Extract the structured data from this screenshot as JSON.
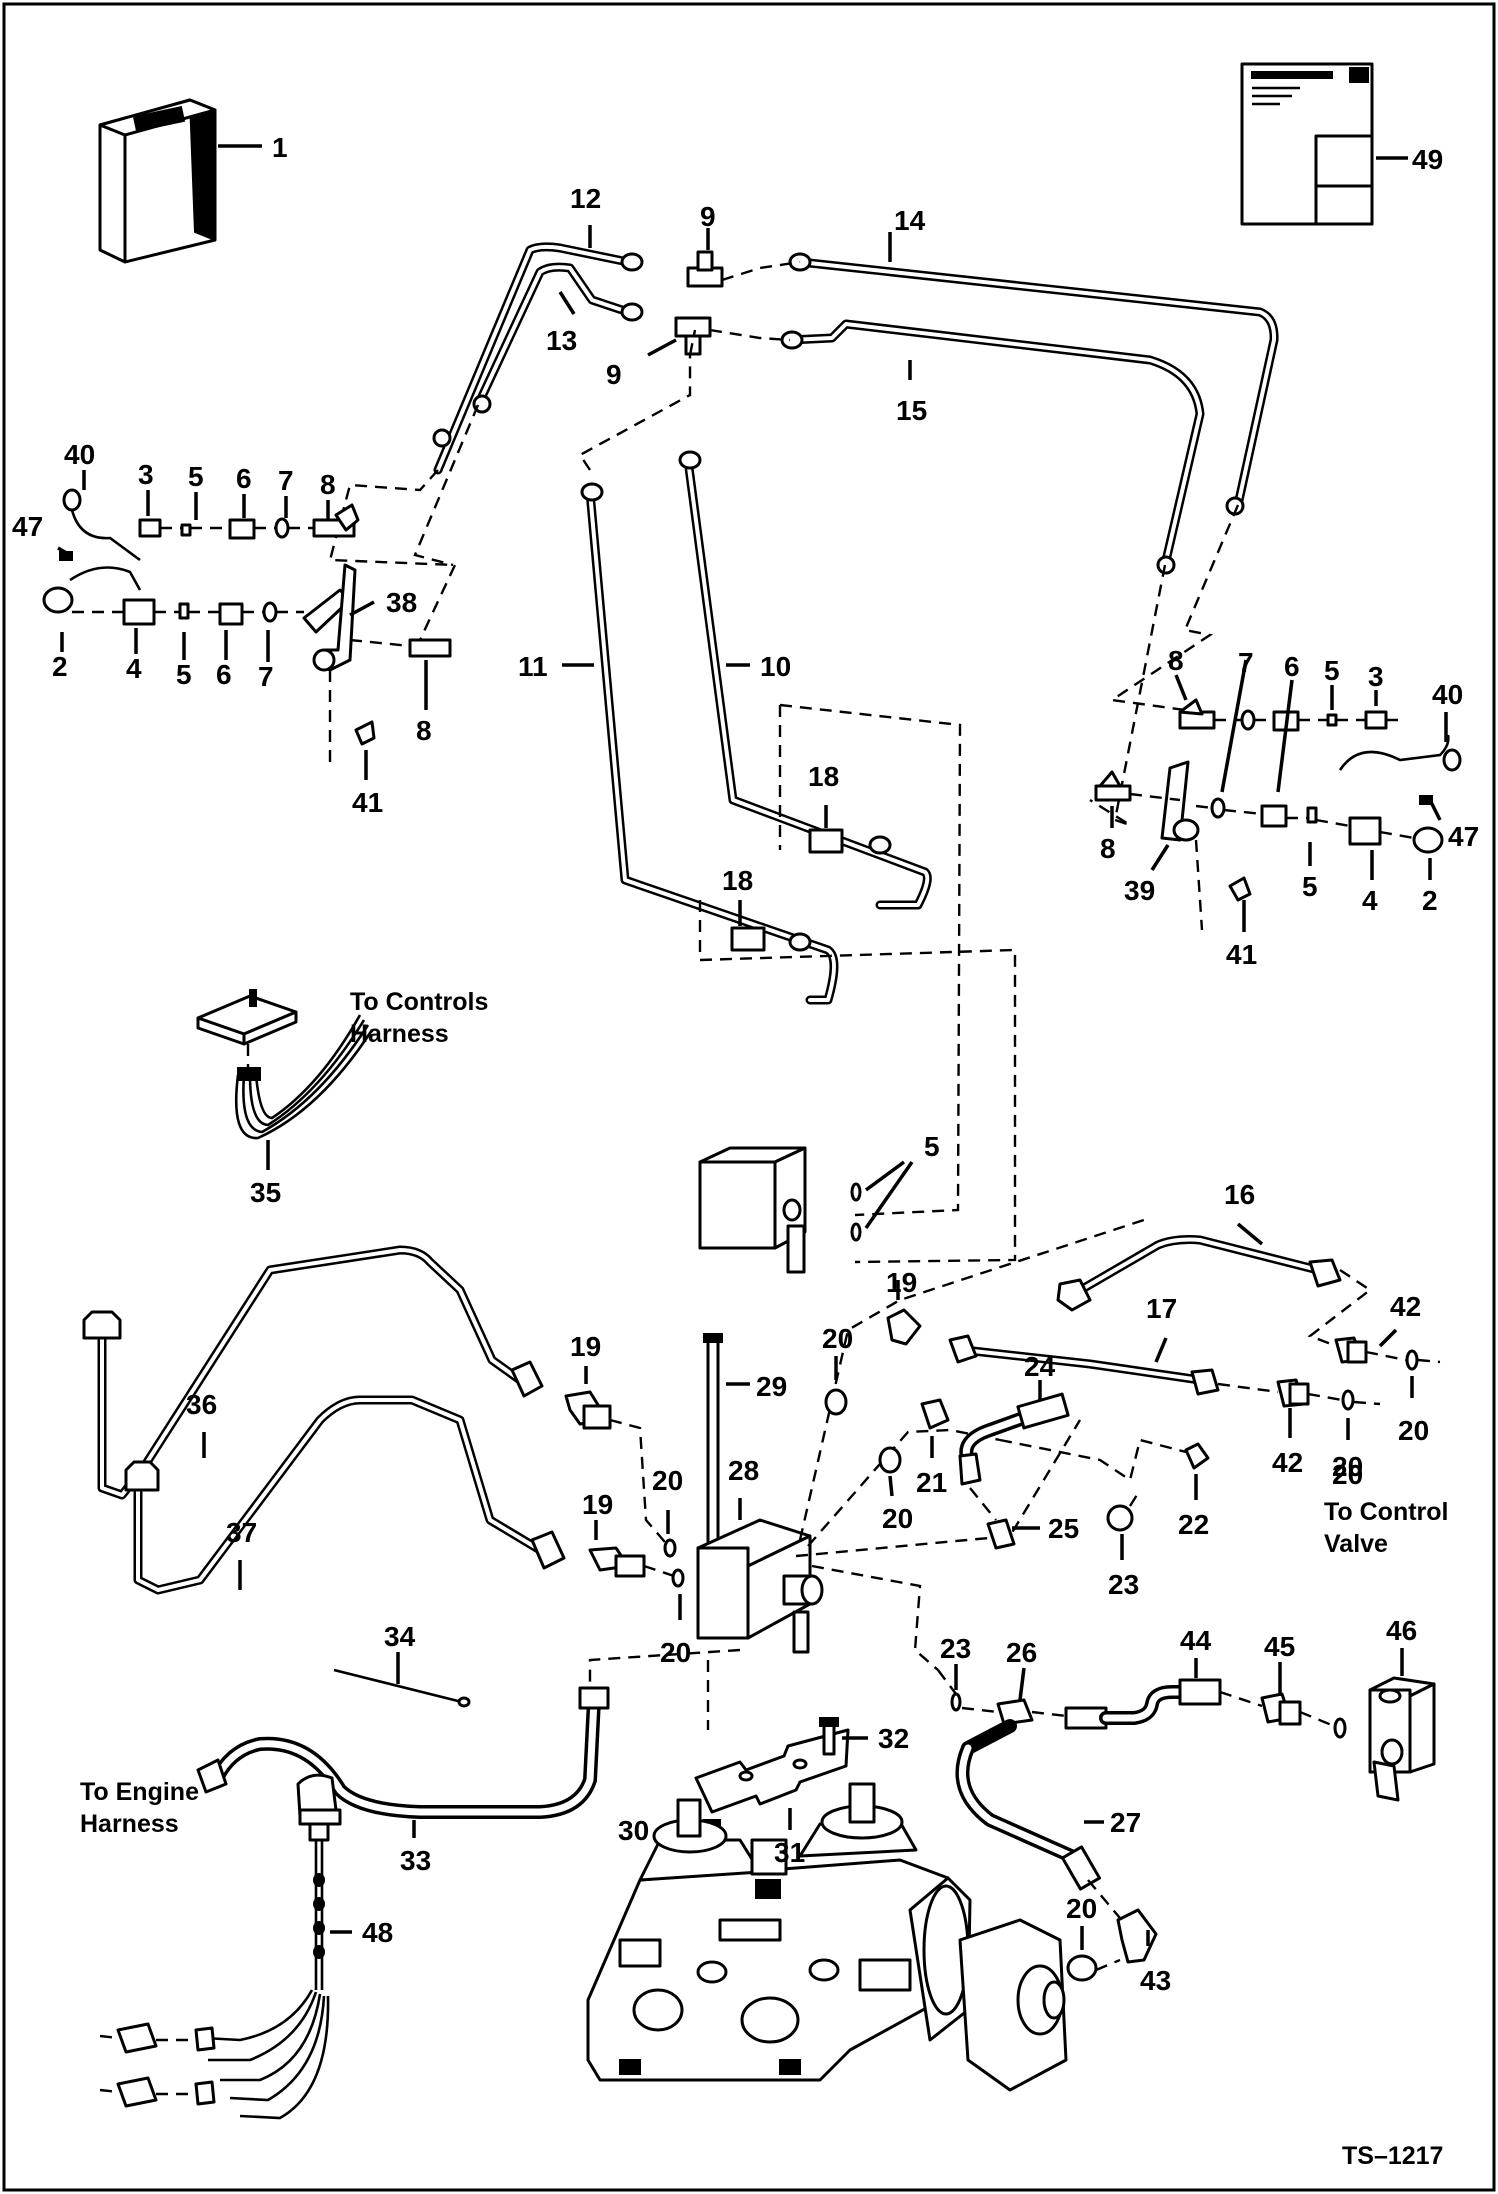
{
  "drawing_code": "TS–1217",
  "notes": {
    "controls_harness": [
      "To Controls",
      "Harness"
    ],
    "control_valve": [
      "To Control",
      "Valve"
    ],
    "engine_harness": [
      "To Engine",
      "Harness"
    ]
  },
  "callouts": [
    {
      "key": "c1",
      "label": "1"
    },
    {
      "key": "c49",
      "label": "49"
    },
    {
      "key": "c12",
      "label": "12"
    },
    {
      "key": "c9a",
      "label": "9"
    },
    {
      "key": "c14",
      "label": "14"
    },
    {
      "key": "c13",
      "label": "13"
    },
    {
      "key": "c9b",
      "label": "9"
    },
    {
      "key": "c15",
      "label": "15"
    },
    {
      "key": "c40a",
      "label": "40"
    },
    {
      "key": "c3a",
      "label": "3"
    },
    {
      "key": "c5a",
      "label": "5"
    },
    {
      "key": "c6a",
      "label": "6"
    },
    {
      "key": "c7a",
      "label": "7"
    },
    {
      "key": "c8a",
      "label": "8"
    },
    {
      "key": "c47a",
      "label": "47"
    },
    {
      "key": "c38",
      "label": "38"
    },
    {
      "key": "c2a",
      "label": "2"
    },
    {
      "key": "c4a",
      "label": "4"
    },
    {
      "key": "c5b",
      "label": "5"
    },
    {
      "key": "c6b",
      "label": "6"
    },
    {
      "key": "c7b",
      "label": "7"
    },
    {
      "key": "c8b",
      "label": "8"
    },
    {
      "key": "c41a",
      "label": "41"
    },
    {
      "key": "c11",
      "label": "11"
    },
    {
      "key": "c10",
      "label": "10"
    },
    {
      "key": "c8c",
      "label": "8"
    },
    {
      "key": "c7c",
      "label": "7"
    },
    {
      "key": "c6c",
      "label": "6"
    },
    {
      "key": "c5c",
      "label": "5"
    },
    {
      "key": "c3b",
      "label": "3"
    },
    {
      "key": "c40b",
      "label": "40"
    },
    {
      "key": "c47b",
      "label": "47"
    },
    {
      "key": "c8d",
      "label": "8"
    },
    {
      "key": "c39",
      "label": "39"
    },
    {
      "key": "c5d",
      "label": "5"
    },
    {
      "key": "c4b",
      "label": "4"
    },
    {
      "key": "c2b",
      "label": "2"
    },
    {
      "key": "c41b",
      "label": "41"
    },
    {
      "key": "c18a",
      "label": "18"
    },
    {
      "key": "c18b",
      "label": "18"
    },
    {
      "key": "c35",
      "label": "35"
    },
    {
      "key": "c5e",
      "label": "5"
    },
    {
      "key": "c16",
      "label": "16"
    },
    {
      "key": "c19a",
      "label": "19"
    },
    {
      "key": "c19b",
      "label": "19"
    },
    {
      "key": "c17",
      "label": "17"
    },
    {
      "key": "c42a",
      "label": "42"
    },
    {
      "key": "c20a",
      "label": "20"
    },
    {
      "key": "c29",
      "label": "29"
    },
    {
      "key": "c20b",
      "label": "20"
    },
    {
      "key": "c42b",
      "label": "42"
    },
    {
      "key": "c20c",
      "label": "20"
    },
    {
      "key": "c20d",
      "label": "20"
    },
    {
      "key": "c36",
      "label": "36"
    },
    {
      "key": "c19c",
      "label": "19"
    },
    {
      "key": "c24",
      "label": "24"
    },
    {
      "key": "c28",
      "label": "28"
    },
    {
      "key": "c20e",
      "label": "20"
    },
    {
      "key": "c21",
      "label": "21"
    },
    {
      "key": "c22",
      "label": "22"
    },
    {
      "key": "c20f",
      "label": "20"
    },
    {
      "key": "c25",
      "label": "25"
    },
    {
      "key": "c37",
      "label": "37"
    },
    {
      "key": "c23a",
      "label": "23"
    },
    {
      "key": "c20g",
      "label": "20"
    },
    {
      "key": "c34",
      "label": "34"
    },
    {
      "key": "c23b",
      "label": "23"
    },
    {
      "key": "c26",
      "label": "26"
    },
    {
      "key": "c44",
      "label": "44"
    },
    {
      "key": "c45",
      "label": "45"
    },
    {
      "key": "c46",
      "label": "46"
    },
    {
      "key": "c32",
      "label": "32"
    },
    {
      "key": "c27",
      "label": "27"
    },
    {
      "key": "c30",
      "label": "30"
    },
    {
      "key": "c31",
      "label": "31"
    },
    {
      "key": "c33",
      "label": "33"
    },
    {
      "key": "c48",
      "label": "48"
    },
    {
      "key": "c20h",
      "label": "20"
    },
    {
      "key": "c43",
      "label": "43"
    }
  ]
}
